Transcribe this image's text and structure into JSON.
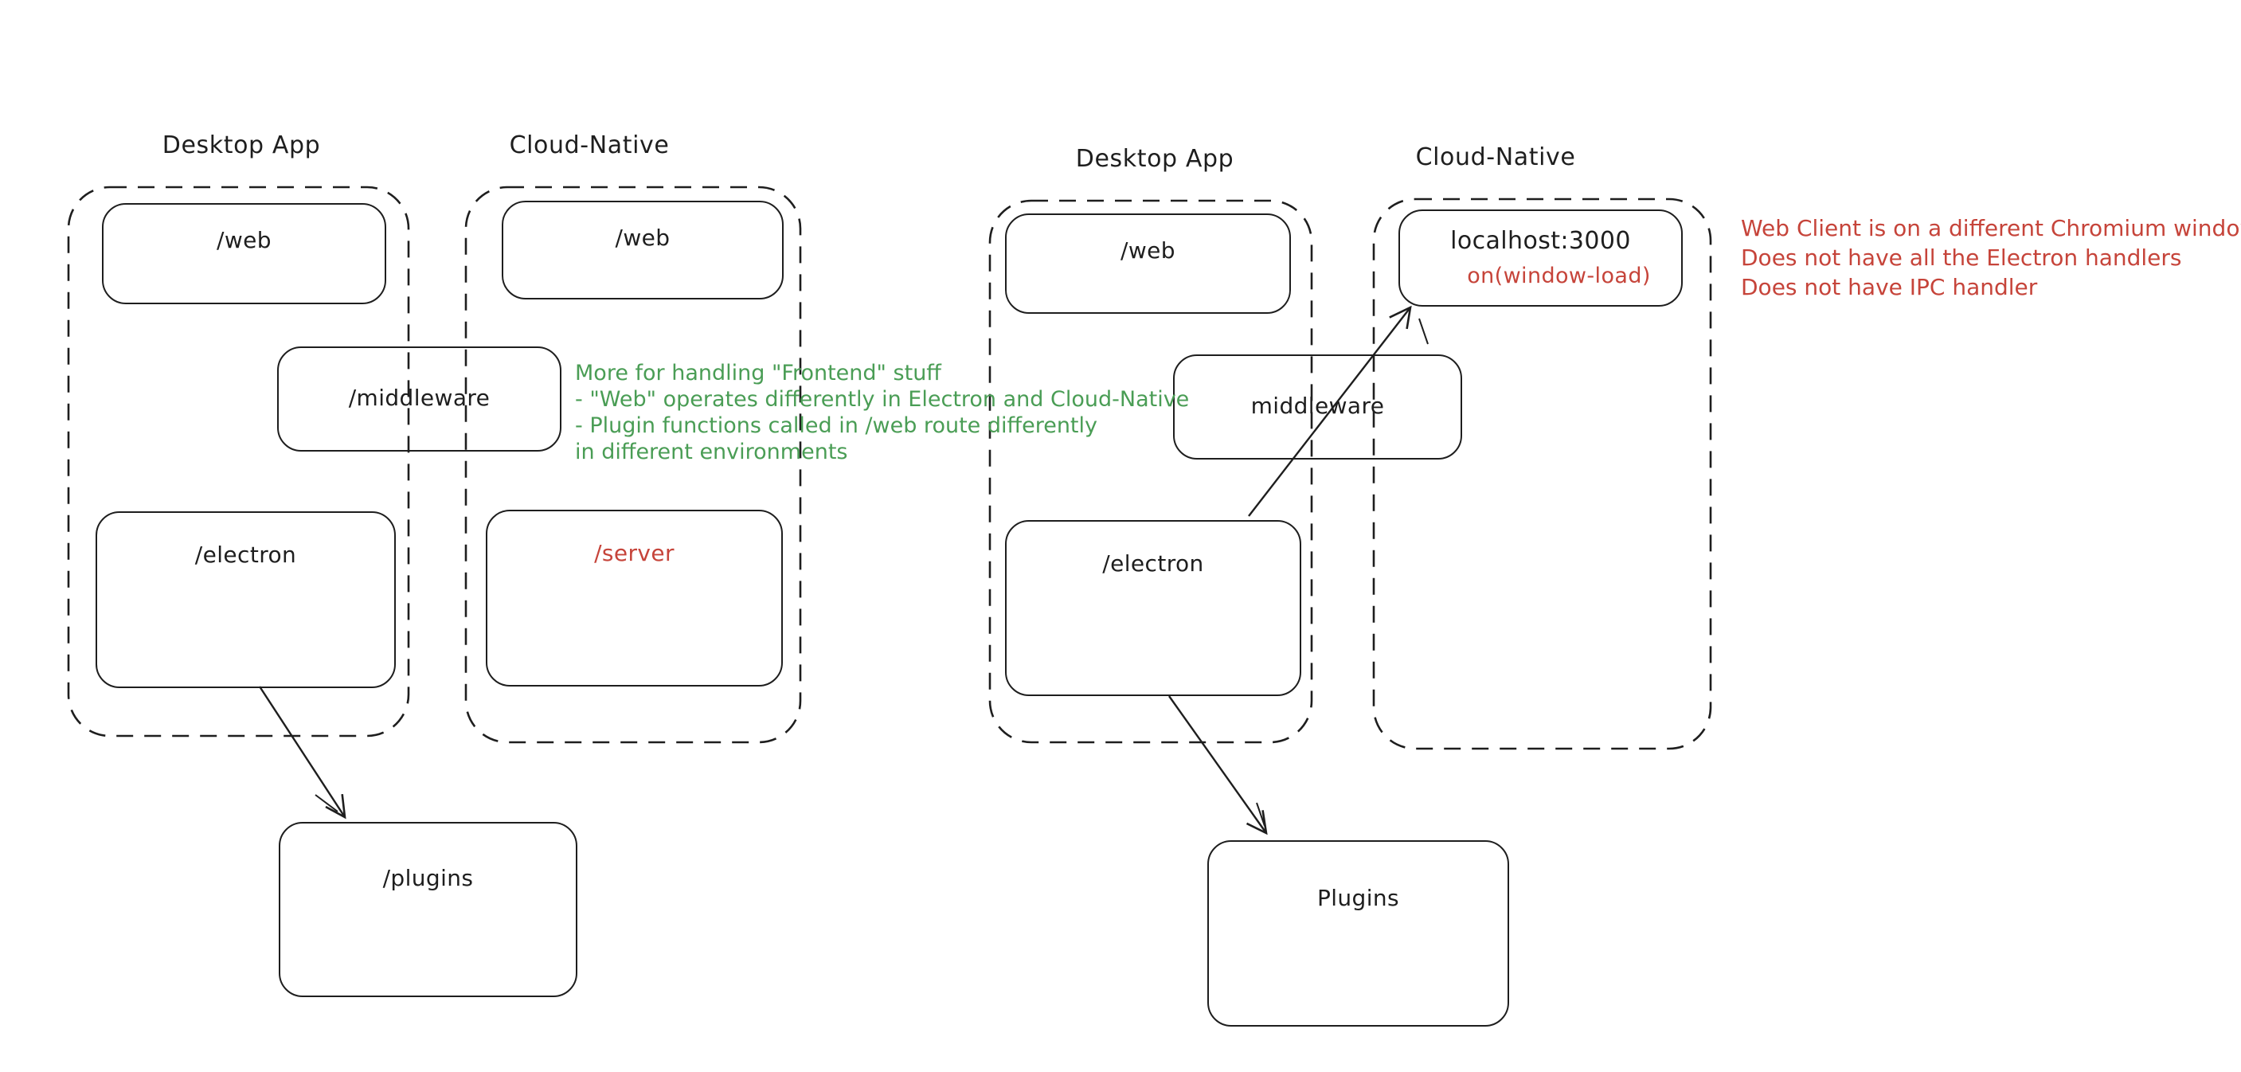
{
  "meta": {
    "kind": "hand-drawn architecture diagram",
    "background": "#ffffff"
  },
  "colors": {
    "stroke": "#1e1e1e",
    "green": "#4a9d55",
    "red": "#c6443a"
  },
  "left": {
    "desktop_title": "Desktop App",
    "cloud_title": "Cloud-Native",
    "web_desktop": "/web",
    "web_cloud": "/web",
    "middleware": "/middleware",
    "electron": "/electron",
    "server": "/server",
    "plugins": "/plugins",
    "note_lines": [
      "More for handling \"Frontend\" stuff",
      "- \"Web\" operates differently in Electron and Cloud-Native",
      "- Plugin functions called in /web route differently",
      "in different environments"
    ]
  },
  "right": {
    "desktop_title": "Desktop App",
    "cloud_title": "Cloud-Native",
    "web_desktop": "/web",
    "localhost": "localhost:3000",
    "localhost_event": "on(window-load)",
    "middleware": "middleware",
    "electron": "/electron",
    "plugins": "Plugins",
    "note_lines": [
      "Web Client is on a different Chromium window",
      "Does not have all the Electron handlers",
      "Does not have IPC handler"
    ]
  }
}
